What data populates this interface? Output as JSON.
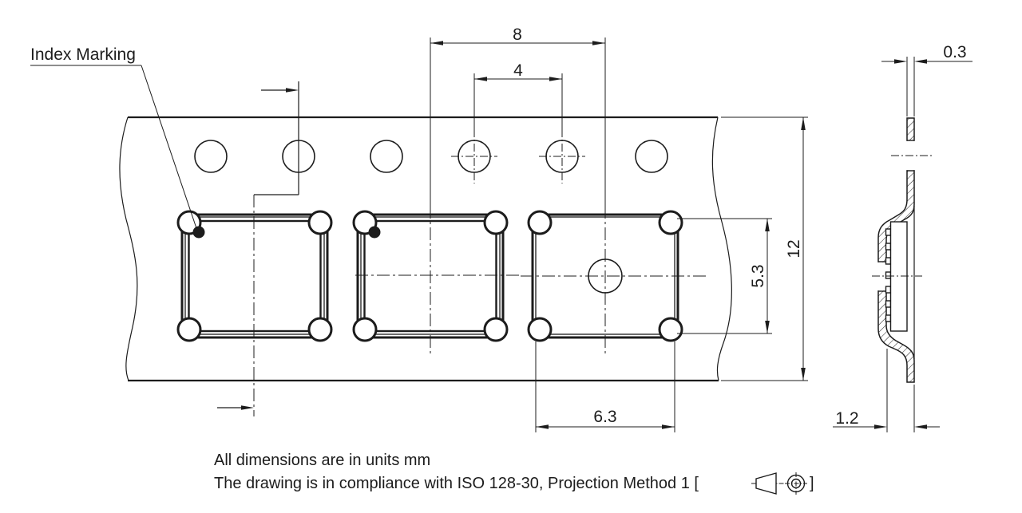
{
  "labels": {
    "index_marking": "Index Marking"
  },
  "dimensions": {
    "pocket_pitch": "8",
    "sprocket_hole_pitch": "4",
    "tape_width": "12",
    "pocket_length": "5.3",
    "pocket_width": "6.3",
    "tape_thickness": "0.3",
    "pocket_depth": "1.2"
  },
  "notes": {
    "line1": "All dimensions are in units mm",
    "line2_prefix": "The drawing is in compliance with ISO 128-30, Projection Method 1 [",
    "line2_suffix": "]"
  },
  "colors": {
    "ink": "#1c1c1c",
    "background": "#ffffff"
  }
}
